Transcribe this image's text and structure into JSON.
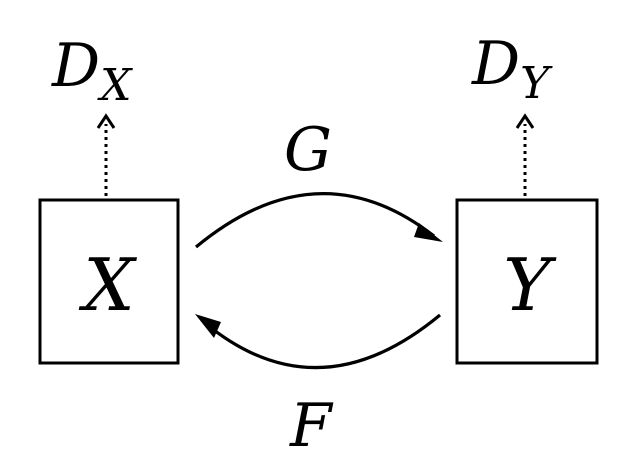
{
  "nodes": {
    "x": {
      "label": "X"
    },
    "y": {
      "label": "Y"
    }
  },
  "discriminators": {
    "dx": {
      "base": "D",
      "sub": "X"
    },
    "dy": {
      "base": "D",
      "sub": "Y"
    }
  },
  "mappings": {
    "g": {
      "label": "G"
    },
    "f": {
      "label": "F"
    }
  }
}
